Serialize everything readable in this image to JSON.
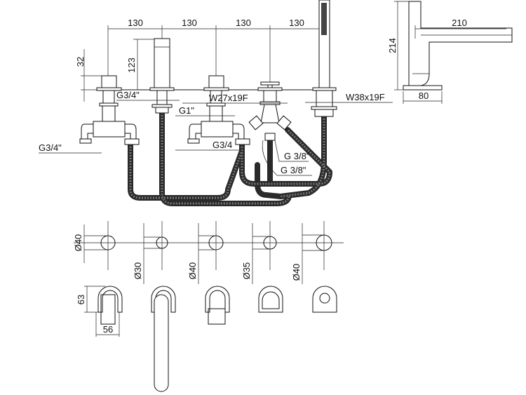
{
  "title": "Deck-mounted 5-hole bath mixer technical drawing",
  "dimensions": {
    "spacing": [
      "130",
      "130",
      "130",
      "130"
    ],
    "valve_height": "32",
    "spout_height": "123",
    "side_height": "214",
    "side_reach": "210",
    "side_base": "80",
    "handle_height": "63",
    "handle_width": "56"
  },
  "connections": {
    "g34_valve": "G3/4\"",
    "w27": "W27x19F",
    "w38": "W38x19F",
    "g1": "G1\"",
    "g34_left": "G3/4\"",
    "g34_mid": "G3/4",
    "g38_a": "G 3/8\"",
    "g38_b": "G 3/8\""
  },
  "hole_diameters": [
    "Ø40",
    "Ø30",
    "Ø40",
    "Ø35",
    "Ø40"
  ]
}
